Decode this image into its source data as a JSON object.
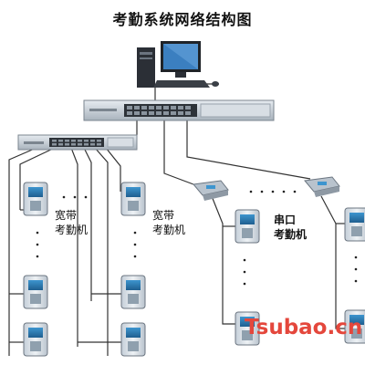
{
  "diagram": {
    "title": "考勤系统网络结构图",
    "labels": {
      "broadband_1": [
        "宽带",
        "考勤机"
      ],
      "broadband_2": [
        "宽带",
        "考勤机"
      ],
      "serial": [
        "串口",
        "考勤机"
      ]
    },
    "watermark": "Tsubao.cn",
    "colors": {
      "line": "#333333",
      "switch_body": "#c9d1d9",
      "terminal_body": "#d7dfe6",
      "terminal_screen": "#2f7fb6",
      "watermark": "#e4473c"
    }
  }
}
